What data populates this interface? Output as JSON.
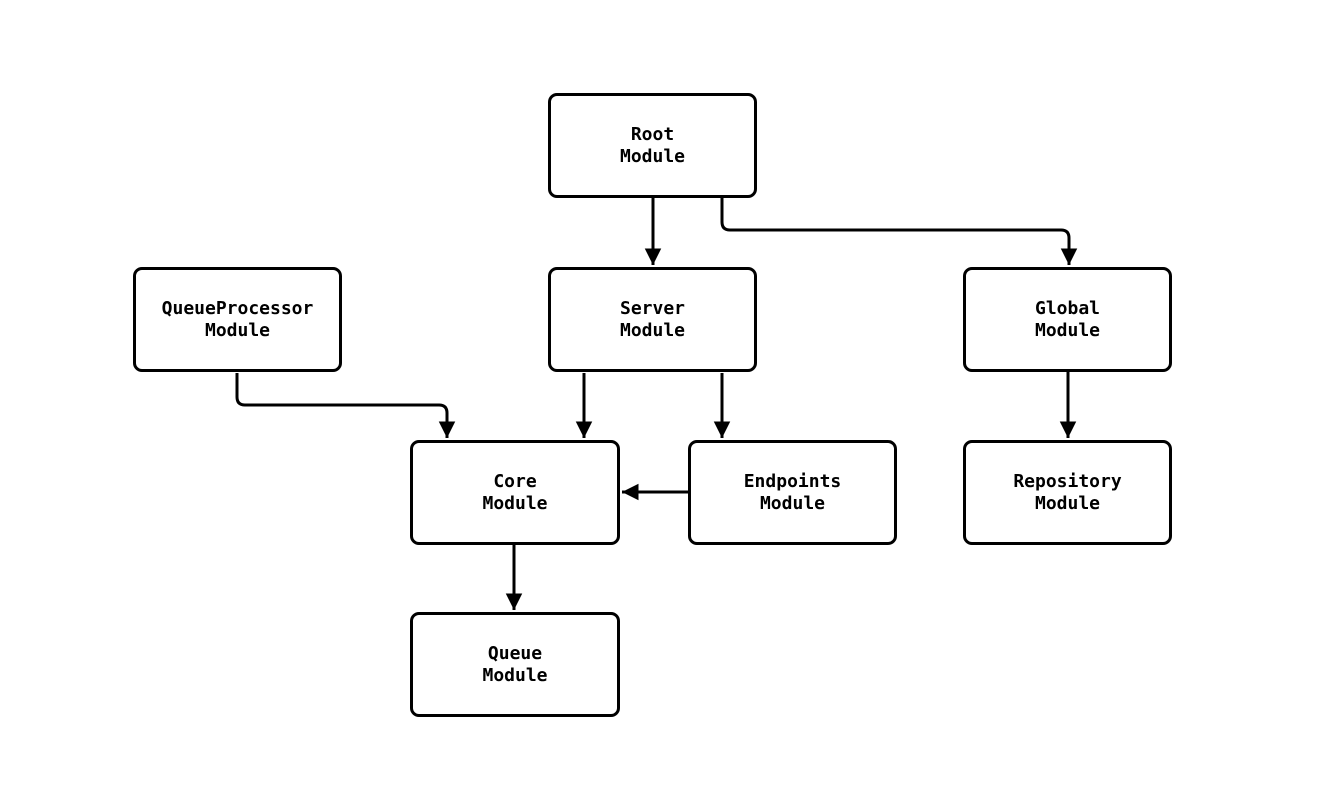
{
  "diagram": {
    "type": "flowchart",
    "background_color": "#ffffff",
    "node_fill_color": "#ffffff",
    "node_border_color": "#000000",
    "edge_color": "#000000",
    "text_color": "#000000",
    "nodes": [
      {
        "id": "root",
        "label": "Root\nModule"
      },
      {
        "id": "queueprocessor",
        "label": "QueueProcessor\nModule"
      },
      {
        "id": "server",
        "label": "Server\nModule"
      },
      {
        "id": "global",
        "label": "Global\nModule"
      },
      {
        "id": "core",
        "label": "Core\nModule"
      },
      {
        "id": "endpoints",
        "label": "Endpoints\nModule"
      },
      {
        "id": "repository",
        "label": "Repository\nModule"
      },
      {
        "id": "queue",
        "label": "Queue\nModule"
      }
    ],
    "edges": [
      {
        "from": "root",
        "to": "server"
      },
      {
        "from": "root",
        "to": "global"
      },
      {
        "from": "queueprocessor",
        "to": "core"
      },
      {
        "from": "server",
        "to": "core"
      },
      {
        "from": "server",
        "to": "endpoints"
      },
      {
        "from": "endpoints",
        "to": "core"
      },
      {
        "from": "core",
        "to": "queue"
      },
      {
        "from": "global",
        "to": "repository"
      }
    ]
  }
}
